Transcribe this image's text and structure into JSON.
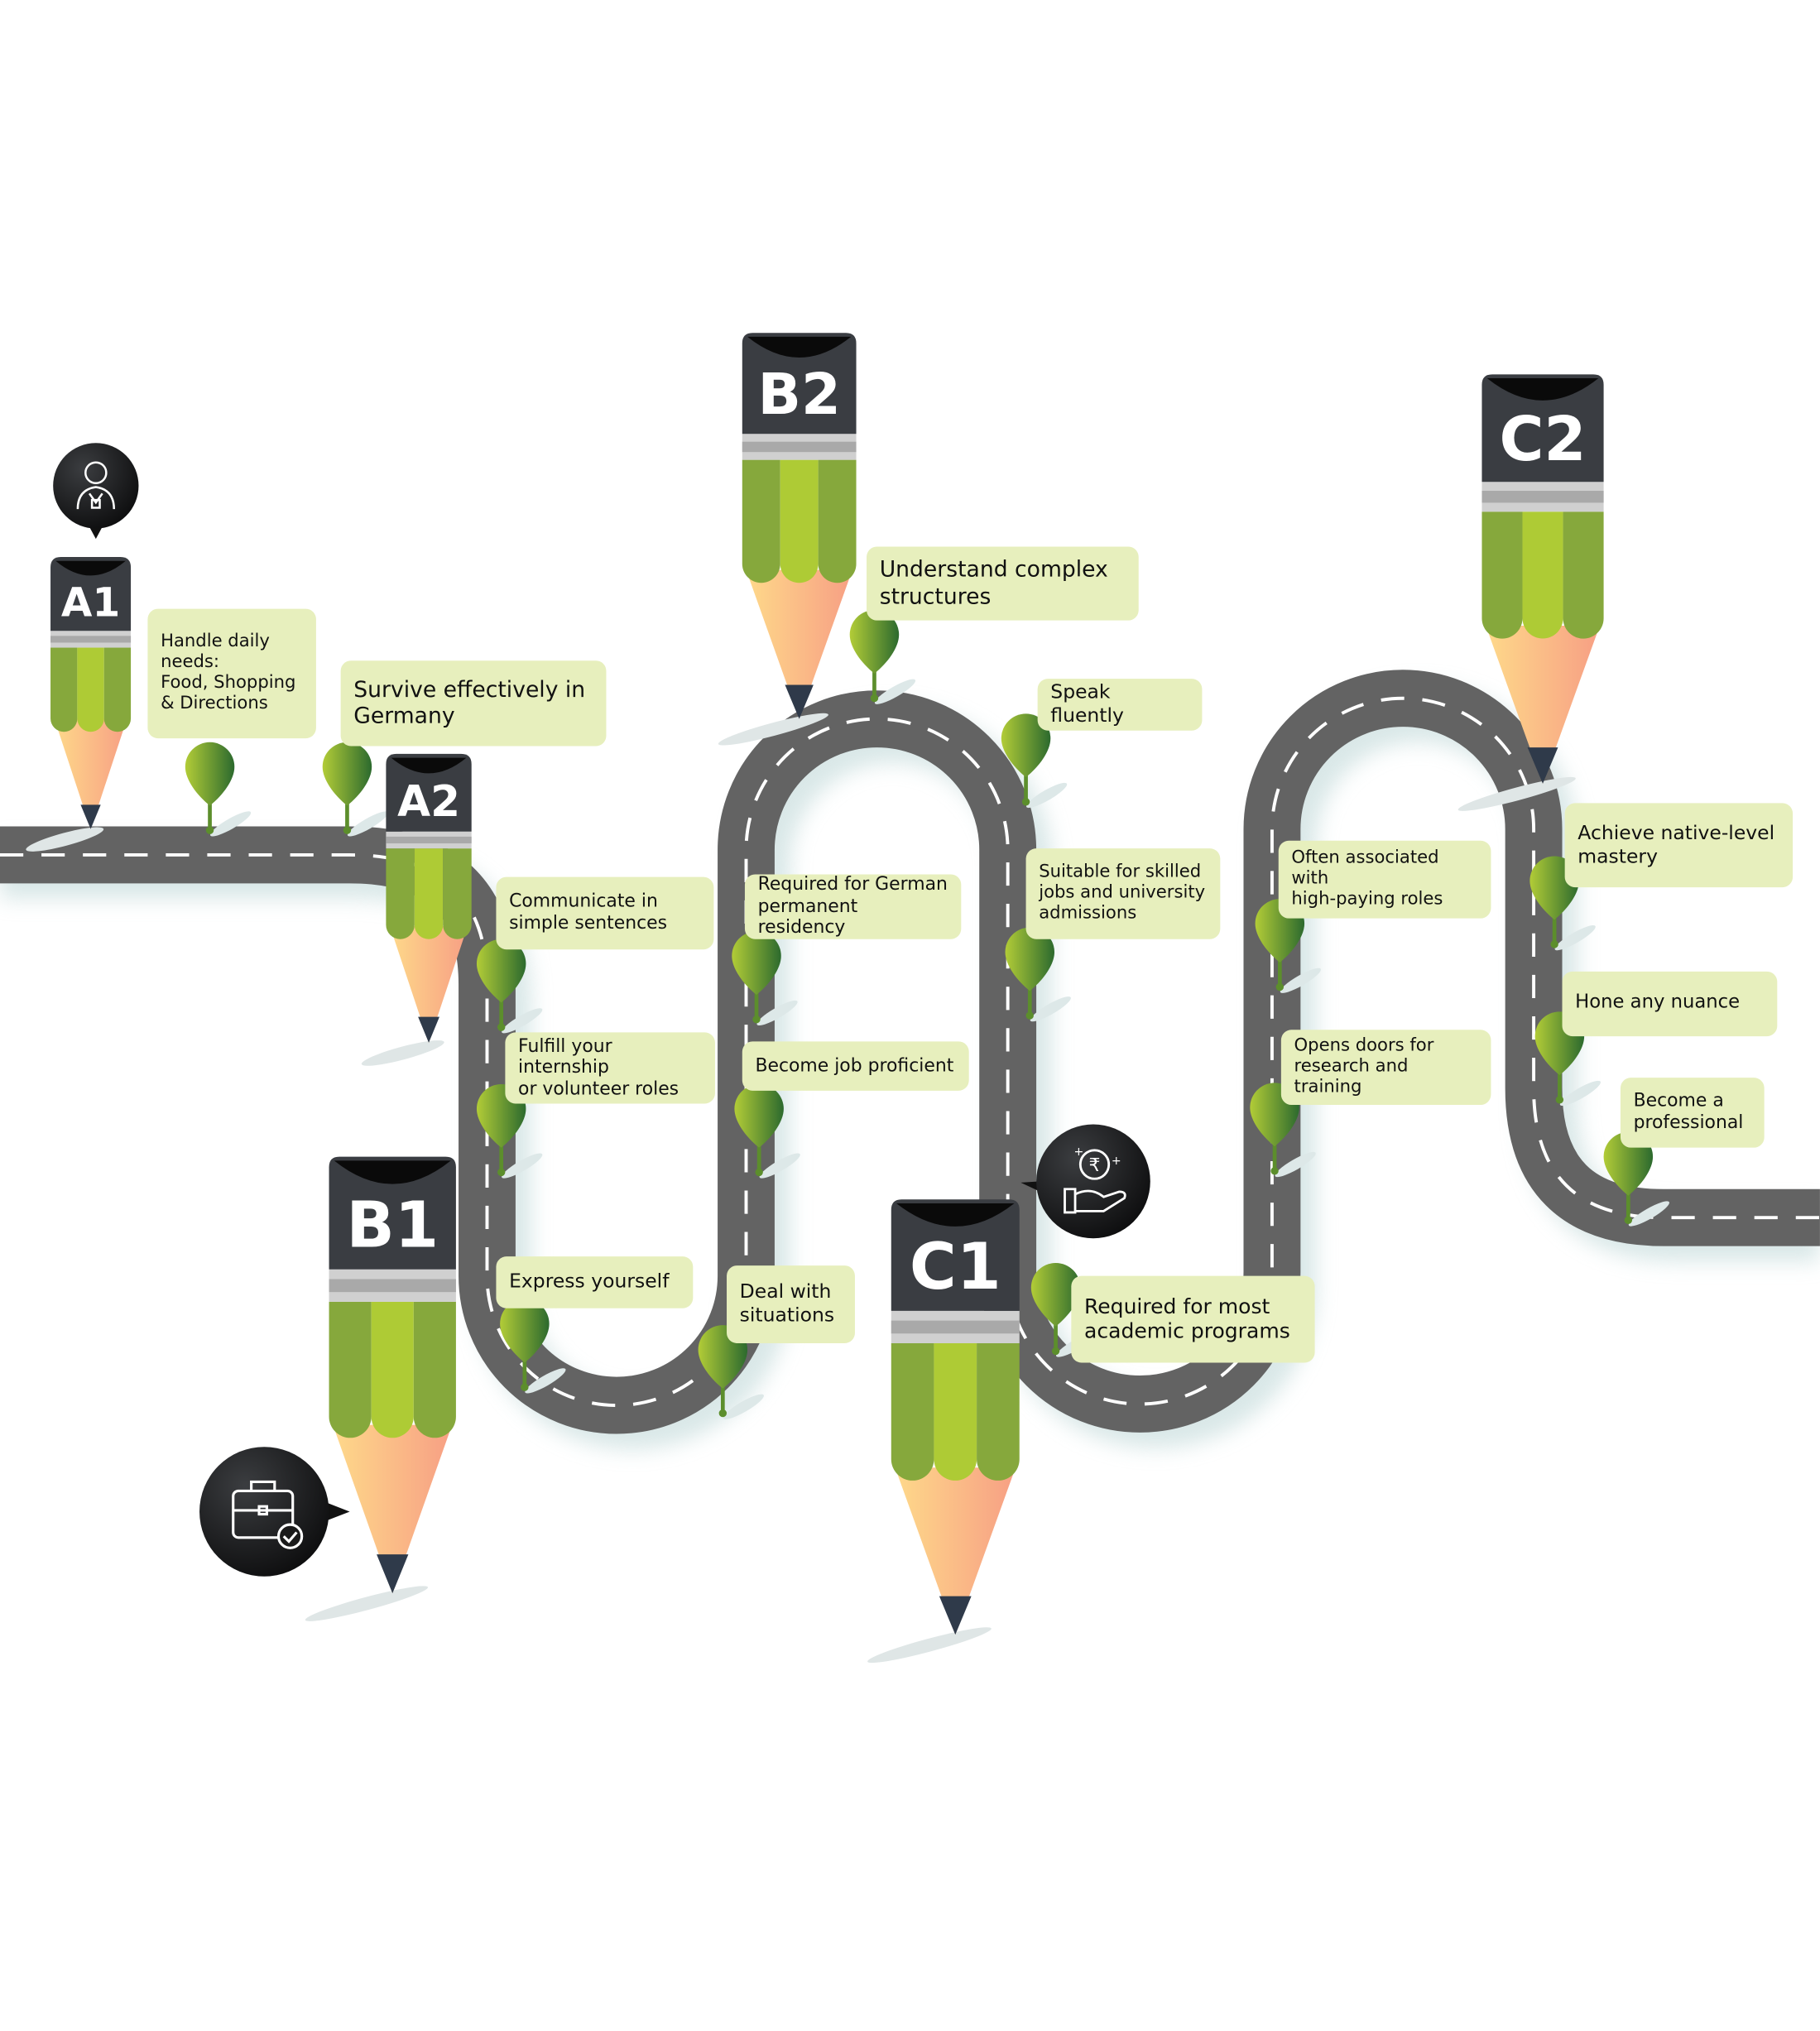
{
  "levels": [
    "A1",
    "A2",
    "B1",
    "B2",
    "C1",
    "C2"
  ],
  "callouts": [
    "Handle daily\nneeds:\nFood, Shopping\n& Directions",
    "Survive effectively in\nGermany",
    "Communicate in\nsimple sentences",
    "Fulfill your internship\nor volunteer roles",
    "Express yourself",
    "Deal with\nsituations",
    "Required for German\npermanent residency",
    "Become job proficient",
    "Understand complex\nstructures",
    "Speak fluently",
    "Suitable for skilled\njobs and university\nadmissions",
    "Required for most\nacademic programs",
    "Often associated with\nhigh-paying roles",
    "Opens doors for\nresearch and training",
    "Achieve native-level\nmastery",
    "Hone any nuance",
    "Become a\nprofessional"
  ],
  "icons": [
    "person-icon",
    "briefcase-icon",
    "rupee-hand-icon"
  ],
  "colors": {
    "road": "#636363",
    "callout_bg": "#e7efbd",
    "pencil_green": "#86a83c",
    "pencil_lime": "#aecb35",
    "pencil_cap": "#3a3d42"
  }
}
